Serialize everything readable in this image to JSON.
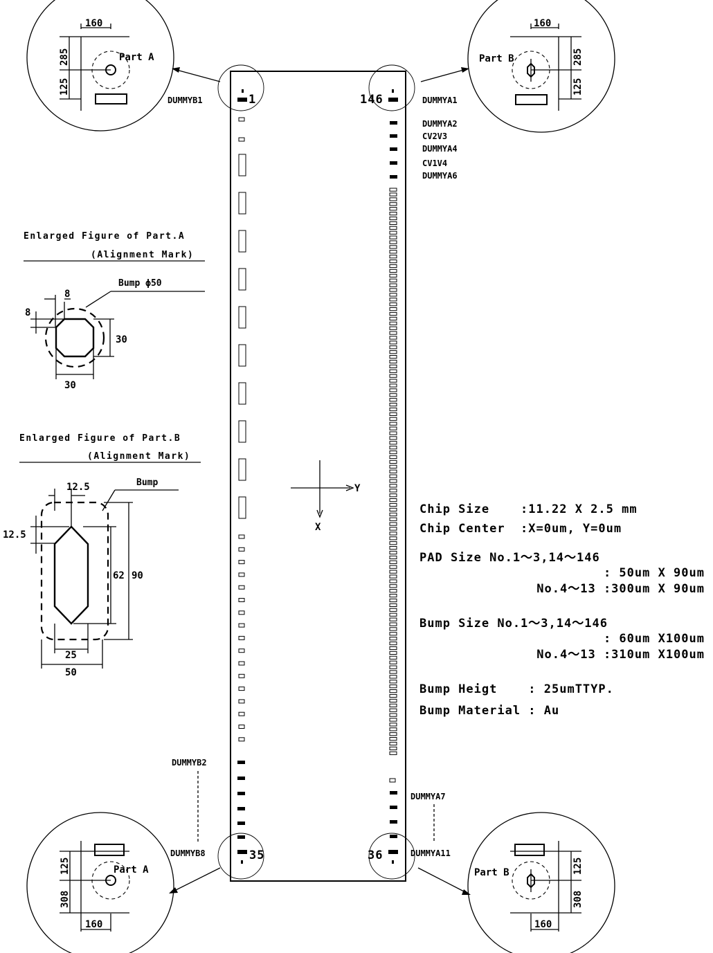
{
  "pad_labels": {
    "top_left": "DUMMYB1",
    "top_right_list": [
      "DUMMYA1",
      "DUMMYA2",
      "CV2V3",
      "DUMMYA4",
      "CV1V4",
      "DUMMYA6"
    ],
    "bottom_left_upper": "DUMMYB2",
    "bottom_left_lower": "DUMMYB8",
    "bottom_right_upper": "DUMMYA7",
    "bottom_right_lower": "DUMMYA11"
  },
  "pad_numbers": {
    "first": "1",
    "last": "146",
    "bottom_left": "35",
    "bottom_right": "36"
  },
  "axes": {
    "x": "X",
    "y": "Y"
  },
  "callouts": {
    "tl": {
      "part": "Part A",
      "dim_width": "160",
      "dim_upper": "285",
      "dim_lower": "125"
    },
    "tr": {
      "part": "Part B",
      "dim_width": "160",
      "dim_upper": "285",
      "dim_lower": "125"
    },
    "bl": {
      "part": "Part A",
      "dim_width": "160",
      "dim_upper": "125",
      "dim_lower": "308"
    },
    "br": {
      "part": "Part B",
      "dim_width": "160",
      "dim_upper": "125",
      "dim_lower": "308"
    }
  },
  "part_a": {
    "title": "Enlarged Figure of Part.A",
    "subtitle": "(Alignment Mark)",
    "bump_label": "Bump  ϕ50",
    "dim_chamfer_x": "8",
    "dim_chamfer_y": "8",
    "dim_height": "30",
    "dim_width": "30"
  },
  "part_b": {
    "title": "Enlarged Figure of Part.B",
    "subtitle": "(Alignment Mark)",
    "bump_label": "Bump",
    "dim_top": "12.5",
    "dim_side": "12.5",
    "dim_inner_h": "62",
    "dim_outer_h": "90",
    "dim_inner_w": "25",
    "dim_outer_w": "50"
  },
  "specs": {
    "chip_size": "Chip Size    :11.22 X 2.5 mm",
    "chip_center": "Chip Center  :X=0um, Y=0um",
    "pad_size_1": "PAD Size No.1～3,14～146",
    "pad_size_2": ": 50um X 90um",
    "pad_size_3": "No.4～13 :300um X 90um",
    "bump_size_1": "Bump Size No.1～3,14～146",
    "bump_size_2": ": 60um X100um",
    "bump_size_3": "No.4～13 :310um X100um",
    "bump_height": "Bump Heigt    : 25umTTYP.",
    "bump_material": "Bump Material : Au"
  }
}
